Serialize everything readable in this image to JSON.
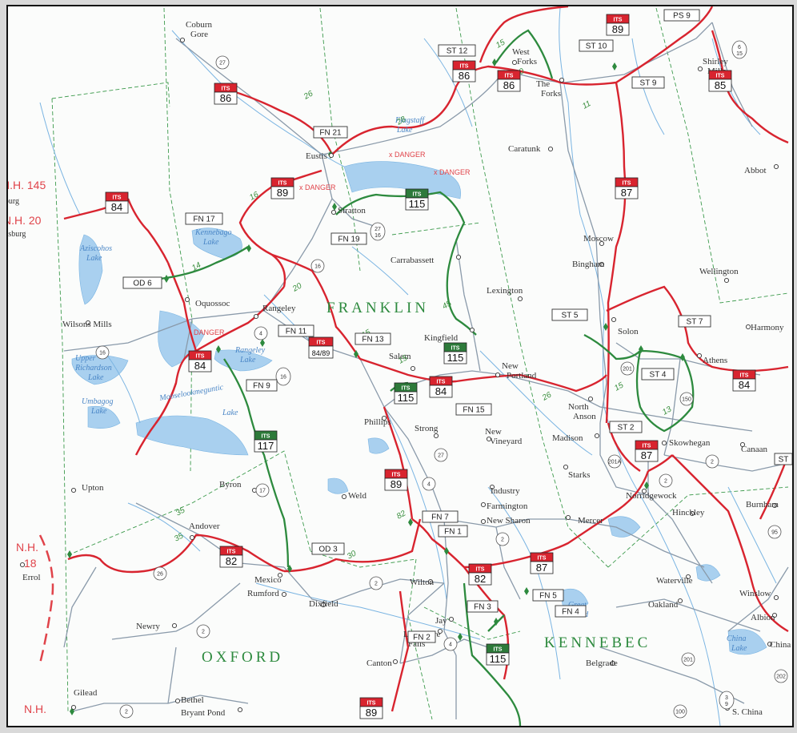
{
  "map": {
    "regions": [
      {
        "name": "FRANKLIN"
      },
      {
        "name": "OXFORD"
      },
      {
        "name": "KENNEBEC"
      }
    ],
    "towns": [
      {
        "name": "Coburn Gore"
      },
      {
        "name": "Eustis"
      },
      {
        "name": "Stratton"
      },
      {
        "name": "West Forks"
      },
      {
        "name": "The Forks"
      },
      {
        "name": "Caratunk"
      },
      {
        "name": "Shirley Mills"
      },
      {
        "name": "Moscow"
      },
      {
        "name": "Bingham"
      },
      {
        "name": "Carrabassett"
      },
      {
        "name": "Lexington"
      },
      {
        "name": "Wellington"
      },
      {
        "name": "Oquossoc"
      },
      {
        "name": "Rangeley"
      },
      {
        "name": "Wilsons Mills"
      },
      {
        "name": "Kingfield"
      },
      {
        "name": "Salem"
      },
      {
        "name": "New Portland"
      },
      {
        "name": "Solon"
      },
      {
        "name": "Athens"
      },
      {
        "name": "Harmony"
      },
      {
        "name": "Phillips"
      },
      {
        "name": "Strong"
      },
      {
        "name": "New Vineyard"
      },
      {
        "name": "North Anson"
      },
      {
        "name": "Madison"
      },
      {
        "name": "Skowhegan"
      },
      {
        "name": "Canaan"
      },
      {
        "name": "Starks"
      },
      {
        "name": "Industry"
      },
      {
        "name": "Farmington"
      },
      {
        "name": "New Sharon"
      },
      {
        "name": "Norridgewock"
      },
      {
        "name": "Hinckley"
      },
      {
        "name": "Burnham"
      },
      {
        "name": "Mercer"
      },
      {
        "name": "Upton"
      },
      {
        "name": "Byron"
      },
      {
        "name": "Weld"
      },
      {
        "name": "Andover"
      },
      {
        "name": "Mexico"
      },
      {
        "name": "Rumford"
      },
      {
        "name": "Dixfield"
      },
      {
        "name": "Wilton"
      },
      {
        "name": "Waterville"
      },
      {
        "name": "Winslow"
      },
      {
        "name": "Oakland"
      },
      {
        "name": "Newry"
      },
      {
        "name": "Jay"
      },
      {
        "name": "Livermore Falls"
      },
      {
        "name": "Canton"
      },
      {
        "name": "Belgrade"
      },
      {
        "name": "Gilead"
      },
      {
        "name": "Bethel"
      },
      {
        "name": "Bryant Pond"
      },
      {
        "name": "S. China"
      },
      {
        "name": "Errol"
      },
      {
        "name": "Abbot"
      },
      {
        "name": "Albion"
      },
      {
        "name": "China"
      }
    ],
    "lakes": [
      {
        "name": "Flagstaff Lake"
      },
      {
        "name": "Kennebago Lake"
      },
      {
        "name": "Aziscohos Lake"
      },
      {
        "name": "Upper Richardson Lake"
      },
      {
        "name": "Umbagog Lake"
      },
      {
        "name": "Mooselookmeguntic Lake"
      },
      {
        "name": "Rangeley Lake"
      },
      {
        "name": "Great Pond"
      },
      {
        "name": "China Lake"
      }
    ],
    "edge_labels": [
      {
        "text": "N.H. 145"
      },
      {
        "text": "sburg"
      },
      {
        "text": "N.H. 20"
      },
      {
        "text": "ittsburg"
      },
      {
        "text": "N.H."
      },
      {
        "text": "18"
      },
      {
        "text": "N.H."
      }
    ],
    "danger_label": "DANGER",
    "its_label": "ITS",
    "its_markers": [
      {
        "number": "86",
        "color": "#d8242f"
      },
      {
        "number": "89",
        "color": "#d8242f"
      },
      {
        "number": "86",
        "color": "#d8242f"
      },
      {
        "number": "86",
        "color": "#d8242f"
      },
      {
        "number": "85",
        "color": "#d8242f"
      },
      {
        "number": "84",
        "color": "#d8242f"
      },
      {
        "number": "89",
        "color": "#d8242f"
      },
      {
        "number": "115",
        "color": "#2d7a3a"
      },
      {
        "number": "87",
        "color": "#d8242f"
      },
      {
        "number": "84/89",
        "color": "#d8242f"
      },
      {
        "number": "84",
        "color": "#d8242f"
      },
      {
        "number": "115",
        "color": "#2d7a3a"
      },
      {
        "number": "84",
        "color": "#d8242f"
      },
      {
        "number": "115",
        "color": "#2d7a3a"
      },
      {
        "number": "84",
        "color": "#d8242f"
      },
      {
        "number": "117",
        "color": "#2d7a3a"
      },
      {
        "number": "89",
        "color": "#d8242f"
      },
      {
        "number": "87",
        "color": "#d8242f"
      },
      {
        "number": "82",
        "color": "#d8242f"
      },
      {
        "number": "82",
        "color": "#d8242f"
      },
      {
        "number": "87",
        "color": "#d8242f"
      },
      {
        "number": "115",
        "color": "#2d7a3a"
      },
      {
        "number": "89",
        "color": "#d8242f"
      }
    ],
    "connector_labels": [
      {
        "text": "PS 9"
      },
      {
        "text": "ST 12"
      },
      {
        "text": "ST 10"
      },
      {
        "text": "ST 9"
      },
      {
        "text": "FN 21"
      },
      {
        "text": "FN 17"
      },
      {
        "text": "FN 19"
      },
      {
        "text": "OD 6"
      },
      {
        "text": "FN 11"
      },
      {
        "text": "FN 13"
      },
      {
        "text": "FN 9"
      },
      {
        "text": "ST 5"
      },
      {
        "text": "ST 7"
      },
      {
        "text": "ST 4"
      },
      {
        "text": "FN 15"
      },
      {
        "text": "ST 2"
      },
      {
        "text": "ST"
      },
      {
        "text": "FN 7"
      },
      {
        "text": "FN 1"
      },
      {
        "text": "OD 3"
      },
      {
        "text": "FN 3"
      },
      {
        "text": "FN 5"
      },
      {
        "text": "FN 4"
      },
      {
        "text": "FN 2"
      }
    ],
    "trail_numbers": [
      "15",
      "10",
      "28",
      "26",
      "16",
      "14",
      "20",
      "15",
      "15",
      "45",
      "35",
      "26",
      "15",
      "13",
      "35",
      "30",
      "82",
      "11"
    ],
    "highway_shields": [
      "27",
      "6 15",
      "16",
      "27 16",
      "16",
      "4",
      "16",
      "201",
      "150",
      "201A",
      "2",
      "27",
      "4",
      "2",
      "2",
      "17",
      "2",
      "26",
      "2",
      "4",
      "95",
      "201",
      "202",
      "100",
      "3 9",
      "2"
    ],
    "colors": {
      "its_trail": "#d8242f",
      "club_trail": "#2d8a3e",
      "water": "#7ab4e2",
      "road": "#8a9aaa",
      "border": "#2d8a3e"
    }
  }
}
